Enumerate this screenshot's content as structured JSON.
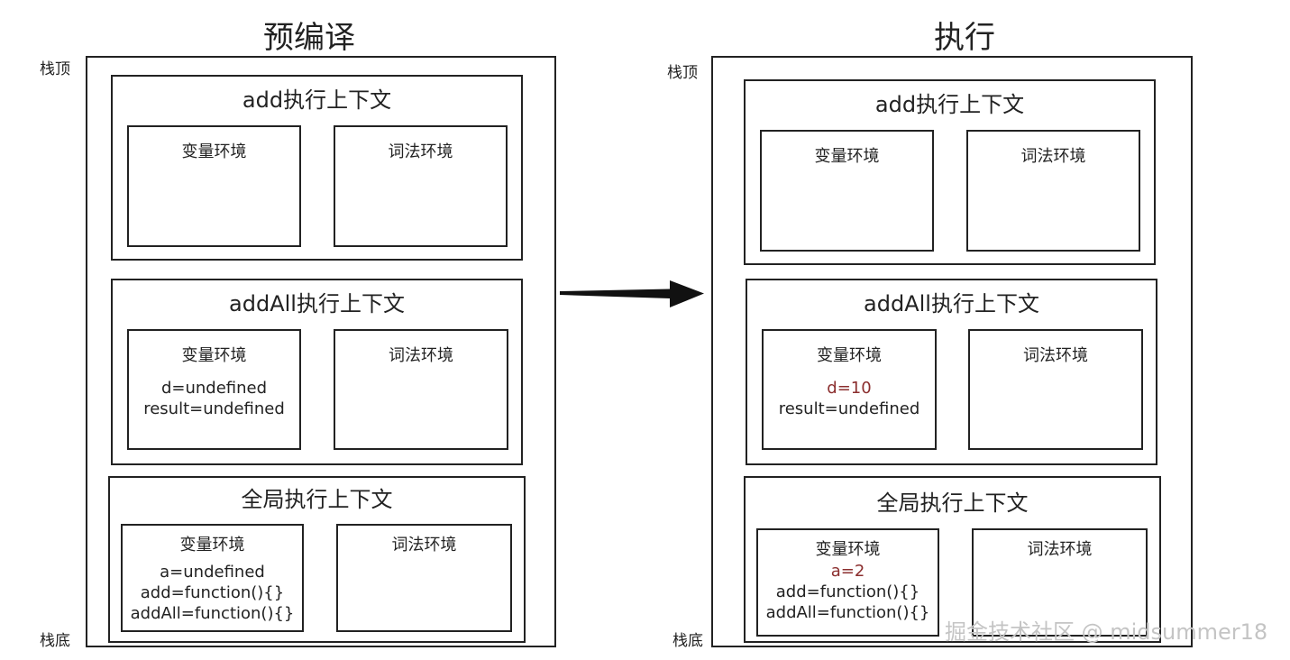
{
  "panels": {
    "left": {
      "title": "预编译",
      "stack_top": "栈顶",
      "stack_bottom": "栈底",
      "add_ctx": {
        "title": "add执行上下文",
        "var_env": "变量环境",
        "lex_env": "词法环境"
      },
      "addall_ctx": {
        "title": "addAll执行上下文",
        "var_env": "变量环境",
        "lex_env": "词法环境",
        "vars": [
          "d=undefined",
          "result=undefined"
        ]
      },
      "global_ctx": {
        "title": "全局执行上下文",
        "var_env": "变量环境",
        "lex_env": "词法环境",
        "vars": [
          "a=undefined",
          "add=function(){}",
          "addAll=function(){}"
        ]
      }
    },
    "right": {
      "title": "执行",
      "stack_top": "栈顶",
      "stack_bottom": "栈底",
      "add_ctx": {
        "title": "add执行上下文",
        "var_env": "变量环境",
        "lex_env": "词法环境"
      },
      "addall_ctx": {
        "title": "addAll执行上下文",
        "var_env": "变量环境",
        "lex_env": "词法环境",
        "vars": [
          "d=10",
          "result=undefined"
        ]
      },
      "global_ctx": {
        "title": "全局执行上下文",
        "var_env": "变量环境",
        "lex_env": "词法环境",
        "vars": [
          "a=2",
          "add=function(){}",
          "addAll=function(){}"
        ]
      }
    }
  },
  "watermark": "掘金技术社区 @ midsummer18",
  "colors": {
    "changed_value": "#8b2e2e",
    "stroke": "#222222"
  }
}
